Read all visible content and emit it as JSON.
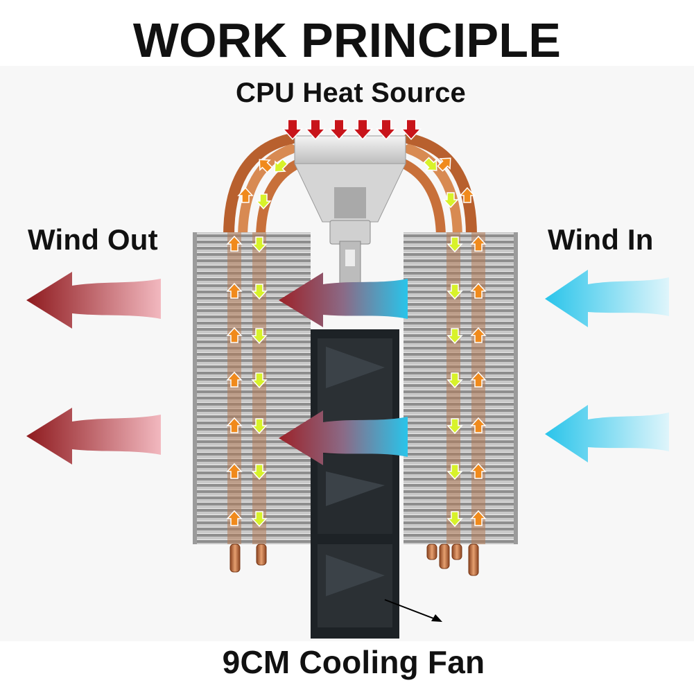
{
  "title": "WORK PRINCIPLE",
  "heat_source_label": "CPU Heat Source",
  "wind_out_label": "Wind Out",
  "wind_in_label": "Wind In",
  "fan_label": "9CM Cooling Fan",
  "colors": {
    "heat_arrow": "#c8141a",
    "wind_out_dark": "#8e1a1e",
    "wind_out_light": "#f2b8bf",
    "wind_in": "#29c4ea",
    "pipe_up_arrow": "#f08a1c",
    "pipe_down_arrow": "#d8f22a",
    "copper": "#c8703a",
    "fin": "#b7b7b7",
    "fan": "#1d2226"
  }
}
